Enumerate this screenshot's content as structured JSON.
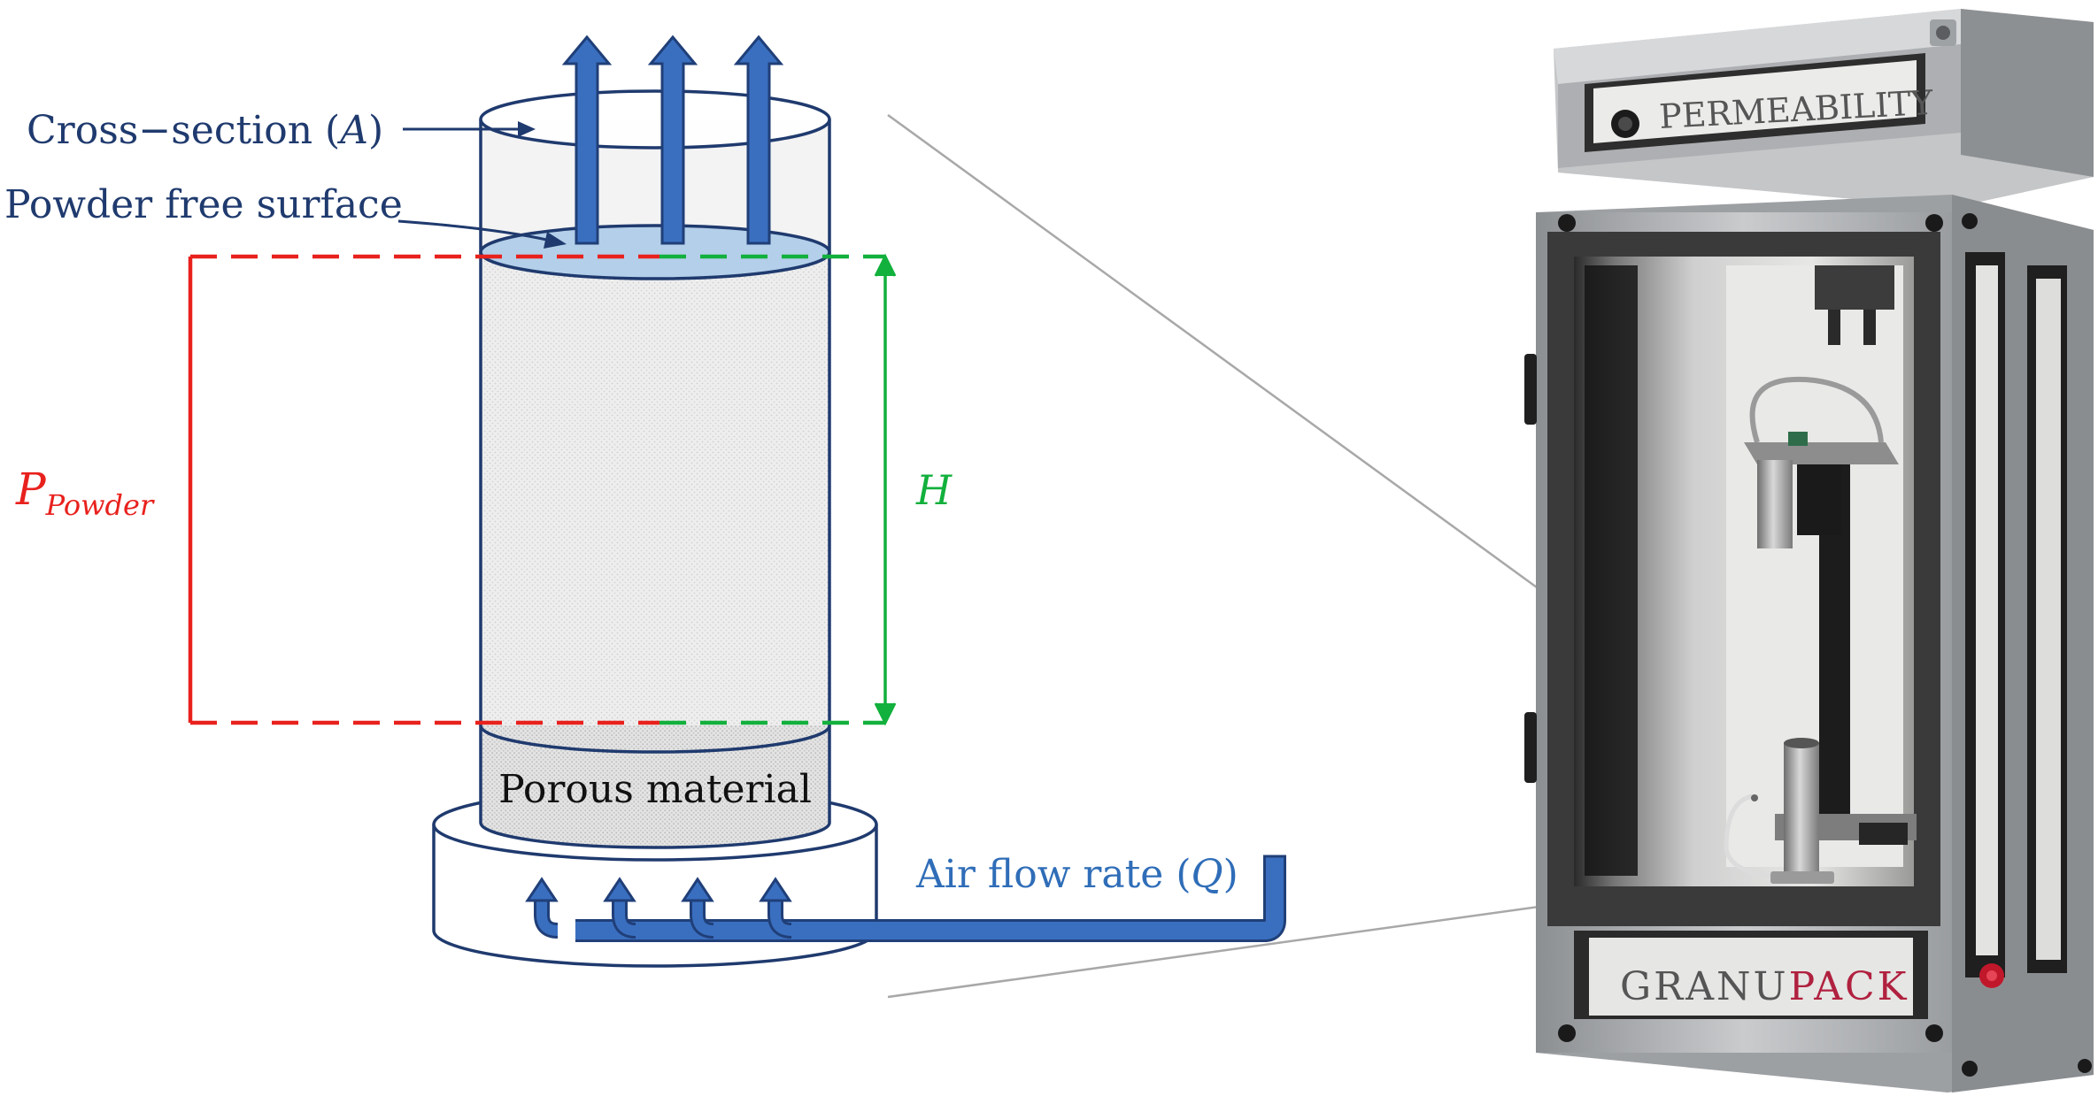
{
  "diagram": {
    "labels": {
      "cross_section": "Cross−section (",
      "cross_section_var": "A",
      "cross_section_close": ")",
      "free_surface": "Powder free surface",
      "pressure_main": "P",
      "pressure_sub": "Powder",
      "height": "H",
      "porous": "Porous material",
      "airflow": "Air flow rate (",
      "airflow_var": "Q",
      "airflow_close": ")"
    },
    "colors": {
      "navy_text": "#1f3a6e",
      "red": "#e8211d",
      "green": "#12b03c",
      "blue_arrow": "#3a6fc0",
      "blue_arrow_stroke": "#203f78",
      "airflow_text": "#2f6db8",
      "surface_fill": "#b4cfe9",
      "column_fill": "#ececec",
      "porous_fill": "#e2e2e2"
    }
  },
  "device": {
    "top_label": "PERMEABILITY",
    "brand_prefix": "GRANU",
    "brand_suffix": "PACK",
    "brand_suffix_color": "#b0213f",
    "frame_color": "#a9acaf"
  }
}
